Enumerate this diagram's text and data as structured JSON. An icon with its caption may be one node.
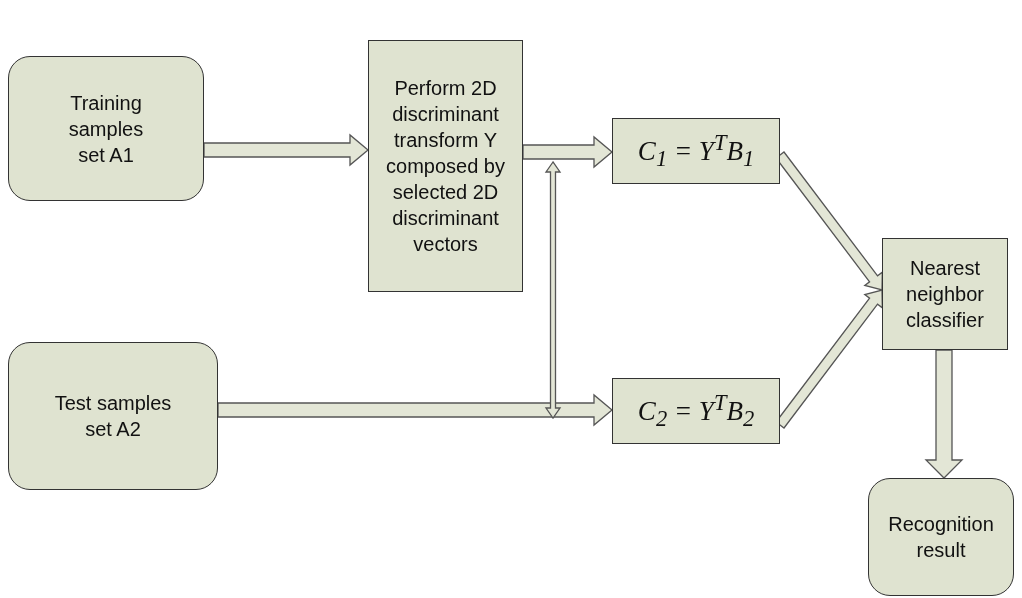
{
  "diagram": {
    "nodes": [
      {
        "text": [
          "Training samples set A1"
        ]
      },
      {
        "text": [
          "Perform 2D discriminant transform Y composed by selected 2D discriminant vectors"
        ]
      },
      {
        "text": [
          "C$_{1}$ = Y$^{T}$B$_{1}$"
        ]
      },
      {
        "text": [
          "Nearest neighbor classifier"
        ]
      },
      {
        "text": [
          "Test samples set A2"
        ]
      },
      {
        "text": [
          "C$_{2}$ = Y$^{T}$B$_{2}$"
        ]
      },
      {
        "text": [
          "Recognition result"
        ]
      }
    ],
    "edges": [
      {
        "from": 0,
        "to": 1,
        "arrow": "to"
      },
      {
        "from": 1,
        "to": 2,
        "arrow": "to"
      },
      {
        "from": 4,
        "to": 5,
        "arrow": "to"
      },
      {
        "from": 2,
        "to": 3,
        "arrow": "to"
      },
      {
        "from": 5,
        "to": 3,
        "arrow": "to"
      },
      {
        "from": 3,
        "to": 6,
        "arrow": "to"
      }
    ]
  }
}
